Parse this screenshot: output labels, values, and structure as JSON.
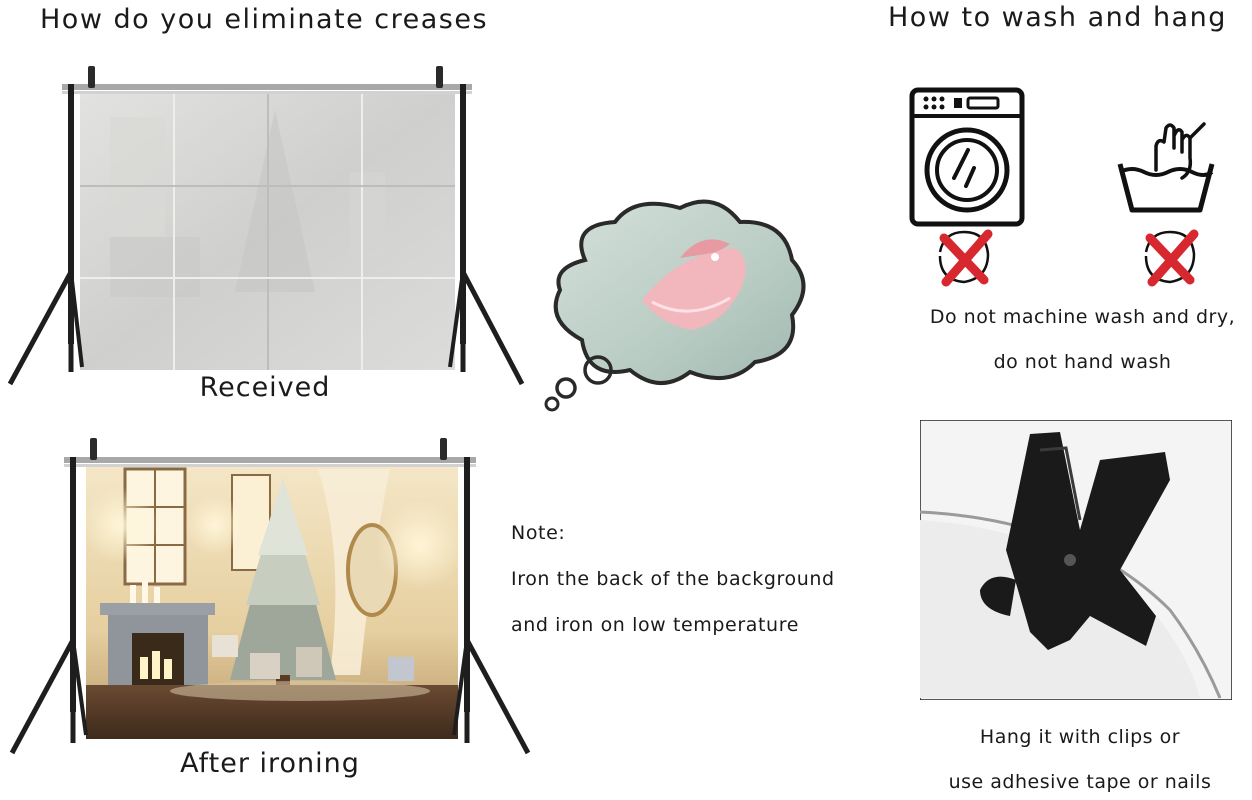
{
  "left": {
    "title": "How do you eliminate creases",
    "received_label": "Received",
    "after_label": "After ironing"
  },
  "note": {
    "heading": "Note:",
    "line1": "Iron the back of the background",
    "line2": "and iron on low temperature"
  },
  "wash": {
    "title": "How to wash and hang",
    "line1": "Do not machine wash and dry,",
    "line2": "do not hand wash"
  },
  "hang": {
    "line1": "Hang it with clips or",
    "line2": "use adhesive tape or nails"
  },
  "icons": {
    "machine": "washing-machine-icon",
    "hand": "hand-wash-icon",
    "cross": "red-cross-icon",
    "iron": "steam-iron-icon",
    "clip": "black-clip-icon"
  },
  "colors": {
    "cross_red": "#d7282f",
    "iron_pink": "#f2b6bd",
    "cloud_fill": "#c9d9d3"
  }
}
